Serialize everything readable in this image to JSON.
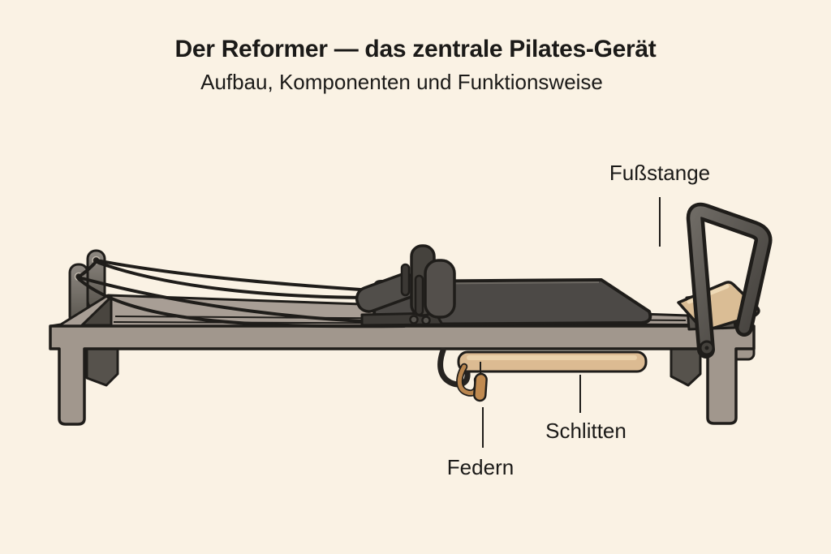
{
  "page": {
    "background_color": "#FAF2E4",
    "text_color": "#1B1A18"
  },
  "header": {
    "title": "Der Reformer — das zentrale Pilates-Gerät",
    "subtitle": "Aufbau, Komponenten und Funktionsweise"
  },
  "diagram": {
    "subject": "Pilates-Reformer (Seitenansicht)",
    "labels": {
      "fussstange": "Fußstange",
      "schlitten": "Schlitten",
      "federn": "Federn"
    },
    "colors": {
      "outline": "#1F1D1A",
      "frame_taupe": "#A1978D",
      "deck_taupe": "#A89E95",
      "dark_gray": "#56524C",
      "pad_charcoal": "#4C4946",
      "carriage_tan": "#DCBB92",
      "spring_brown": "#B9854E",
      "wood_tan": "#DABD95"
    }
  }
}
